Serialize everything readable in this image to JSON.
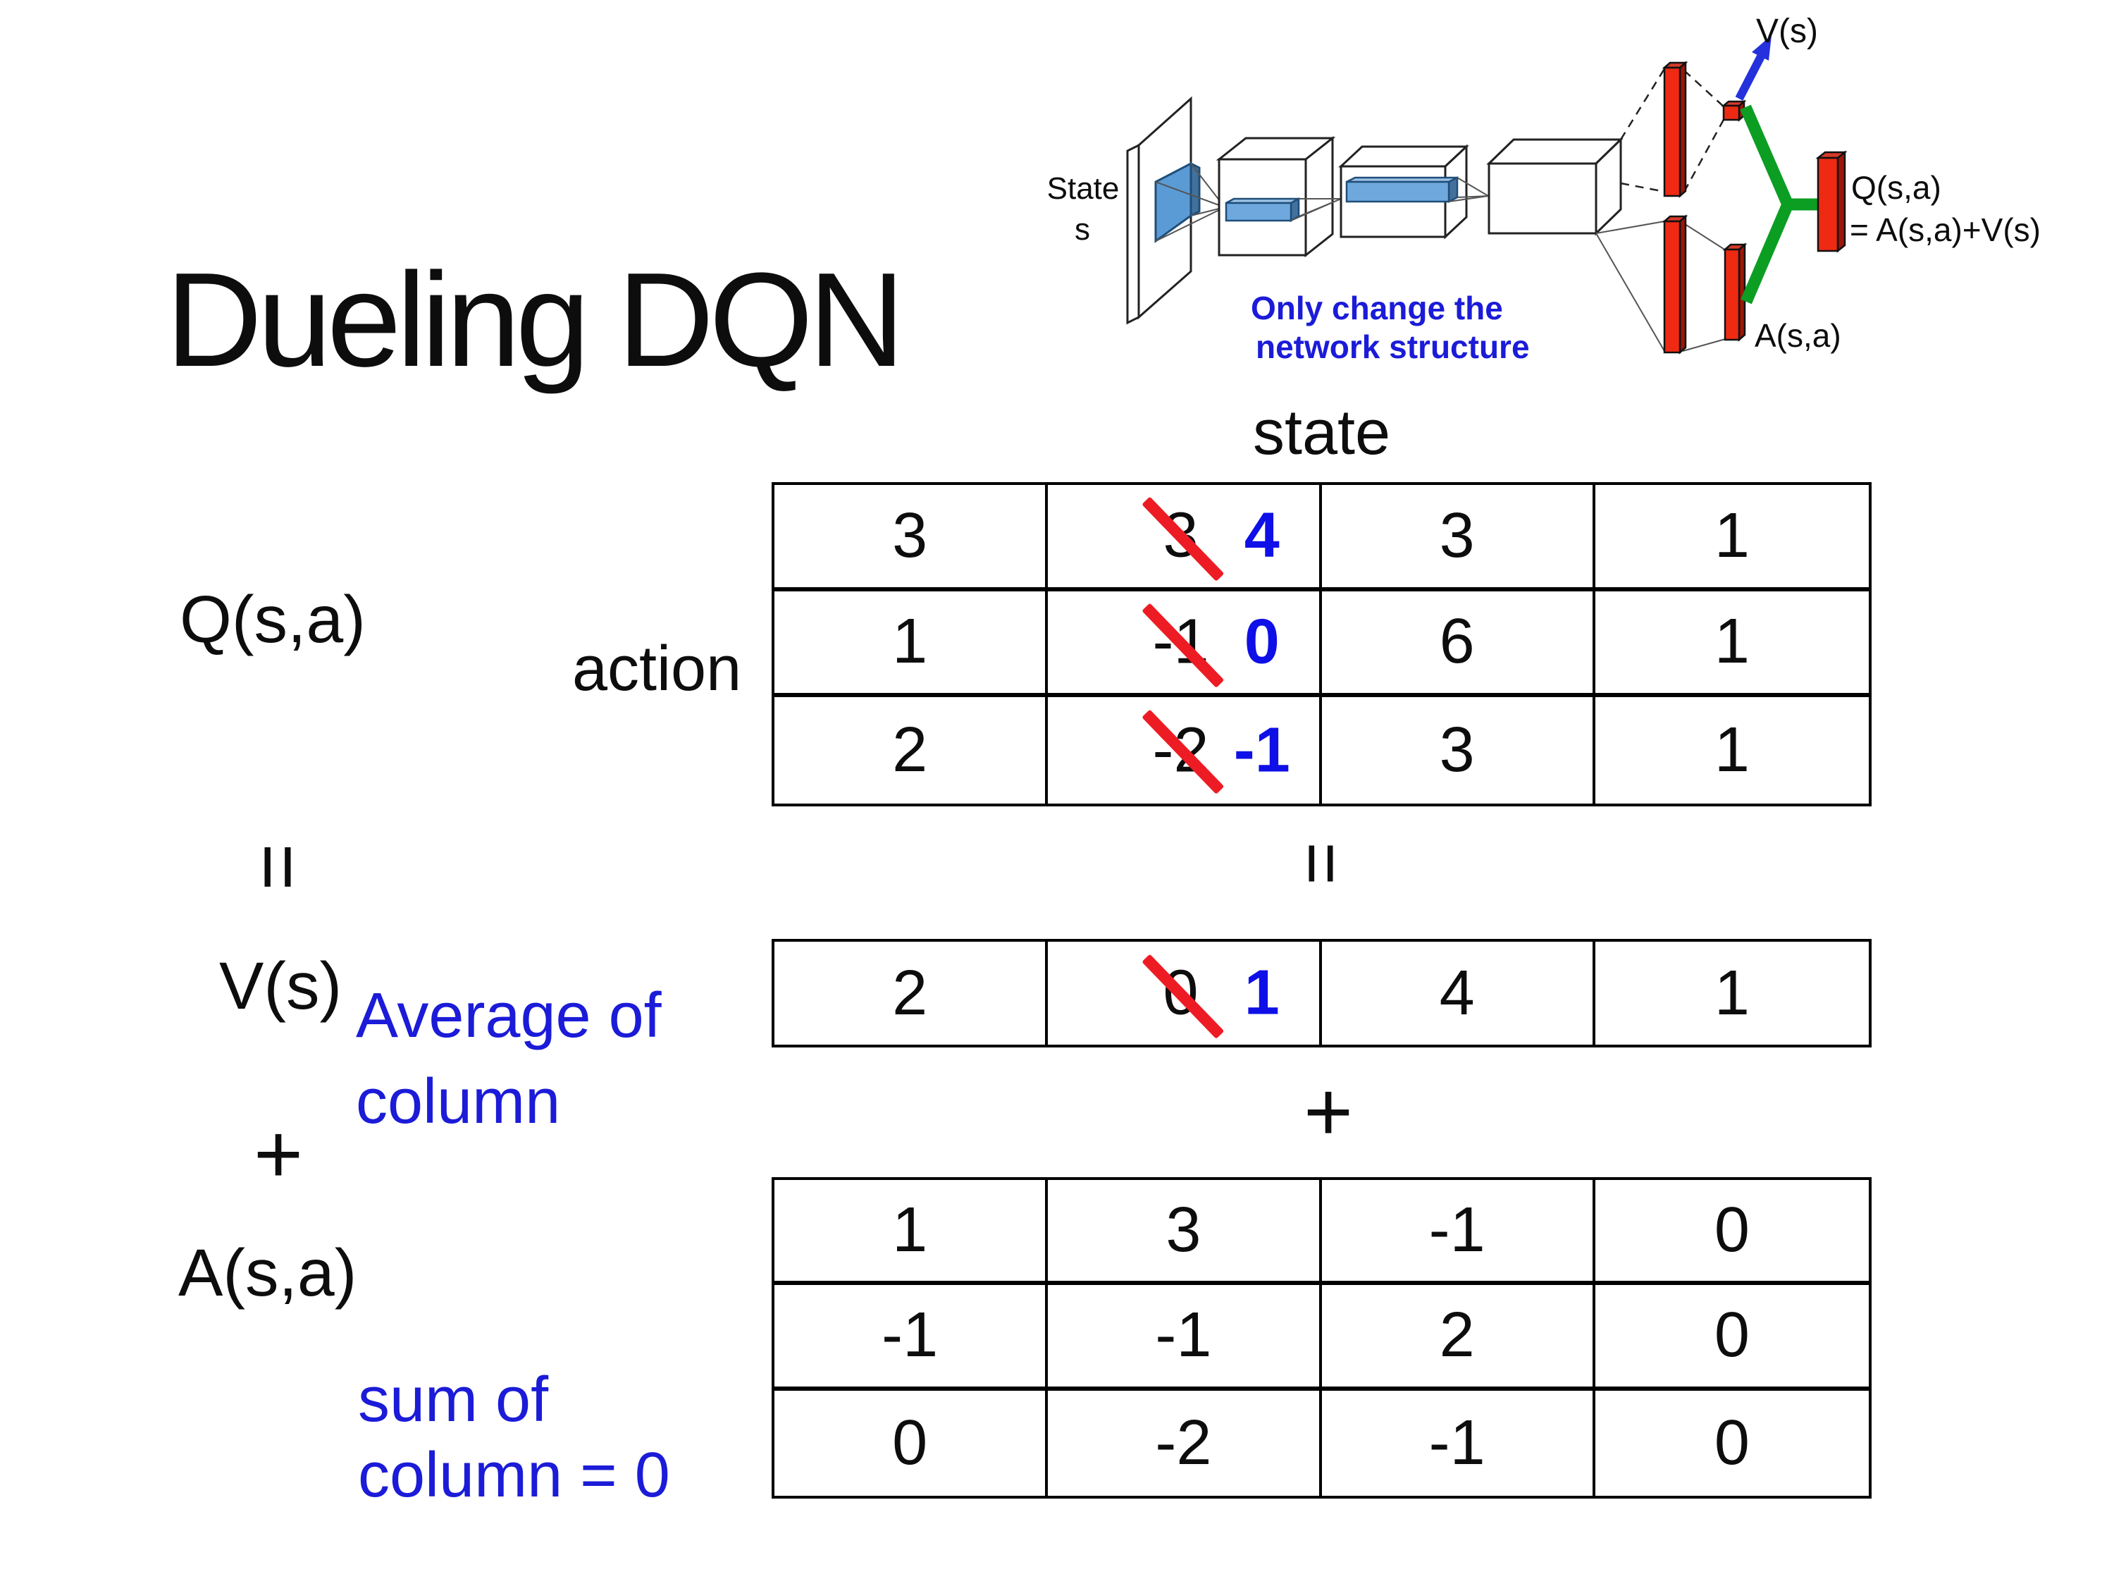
{
  "slide": {
    "title": "Dueling DQN"
  },
  "network_diagram": {
    "state_line1": "State",
    "state_line2": "s",
    "v_label": "V(s)",
    "q_label": "Q(s,a)",
    "q_formula": "= A(s,a)+V(s)",
    "a_label": "A(s,a)",
    "note_line1": "Only change the",
    "note_line2": "network structure"
  },
  "equation": {
    "q_label": "Q(s,a)",
    "equals_left": "=",
    "v_label": "V(s)",
    "plus_left": "+",
    "a_label": "A(s,a)",
    "avg_line1": "Average of",
    "avg_line2": "column",
    "sum_line1": "sum of",
    "sum_line2": "column = 0",
    "action_label": "action",
    "state_label": "state",
    "equals_mid": "=",
    "plus_mid": "+"
  },
  "tables": {
    "q": {
      "rows": [
        {
          "c0": "3",
          "old": "3",
          "new": "4",
          "c2": "3",
          "c3": "1"
        },
        {
          "c0": "1",
          "old": "-1",
          "new": "0",
          "c2": "6",
          "c3": "1"
        },
        {
          "c0": "2",
          "old": "-2",
          "new": "-1",
          "c2": "3",
          "c3": "1"
        }
      ]
    },
    "v": {
      "c0": "2",
      "old": "0",
      "new": "1",
      "c2": "4",
      "c3": "1"
    },
    "a": {
      "rows": [
        {
          "c0": "1",
          "c1": "3",
          "c2": "-1",
          "c3": "0"
        },
        {
          "c0": "-1",
          "c1": "-1",
          "c2": "2",
          "c3": "0"
        },
        {
          "c0": "0",
          "c1": "-2",
          "c2": "-1",
          "c3": "0"
        }
      ]
    }
  },
  "colors": {
    "text_black": "#0d0d0d",
    "note_blue": "#1b1bd8",
    "overlay_blue": "#0f0fe8",
    "slash_red": "#ED1C24",
    "bar_red": "#EE2A12",
    "bar_red_dark": "#9C1608",
    "slab_blue": "#6FA8DC",
    "slab_blue_dark": "#41719C",
    "slab_blue_light": "#9DC3E6",
    "green": "#0B9E23",
    "arrow_blue": "#2431DC"
  }
}
